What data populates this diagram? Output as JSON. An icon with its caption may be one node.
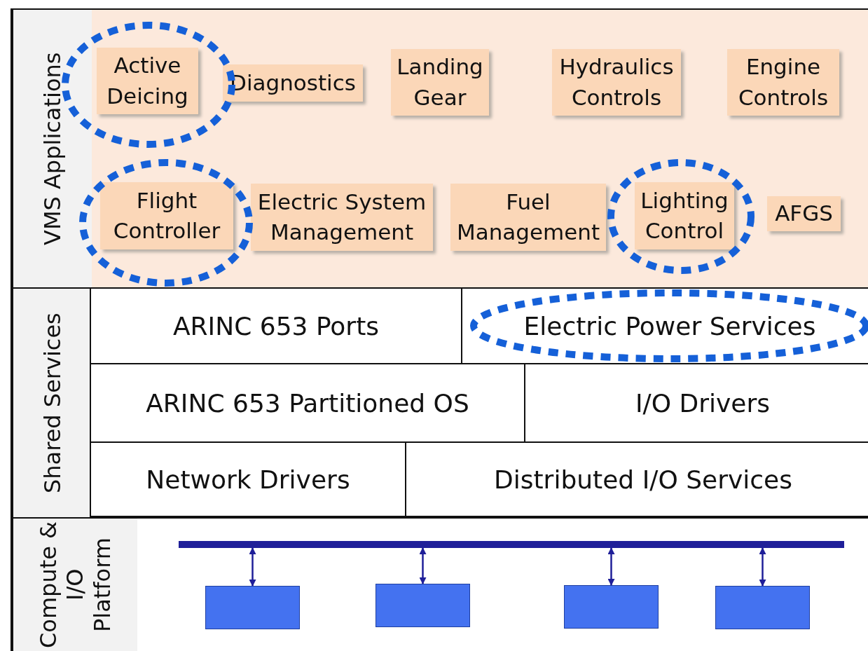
{
  "diagram": {
    "nodes": [
      {
        "text": [
          "VMS Applications"
        ]
      },
      {
        "text": [],
        "shape": "ellipse",
        "in": 0
      },
      {
        "text": [
          "Active Deicing"
        ],
        "in": 1
      },
      {
        "text": [
          "Diagnostics"
        ],
        "in": 0
      },
      {
        "text": [
          "Landing Gear"
        ],
        "in": 0
      },
      {
        "text": [
          "Hydraulics Controls"
        ],
        "in": 0
      },
      {
        "text": [
          "Engine Controls"
        ],
        "in": 0
      },
      {
        "text": [],
        "shape": "ellipse",
        "in": 0
      },
      {
        "text": [
          "Flight Controller"
        ],
        "in": 7
      },
      {
        "text": [
          "Electric System Management"
        ],
        "in": 0
      },
      {
        "text": [
          "Fuel Management"
        ],
        "in": 0
      },
      {
        "text": [],
        "shape": "ellipse",
        "in": 0
      },
      {
        "text": [
          "Lighting Control"
        ],
        "in": 11
      },
      {
        "text": [
          "AFGS"
        ],
        "in": 0
      },
      {
        "text": [
          "Shared Services"
        ]
      },
      {
        "text": [
          "ARINC 653 Ports"
        ],
        "in": 14
      },
      {
        "text": [],
        "shape": "box",
        "in": 14
      },
      {
        "text": [
          "Electric Power Services"
        ],
        "in": 16
      },
      {
        "text": [
          "ARINC 653 Partitioned OS"
        ],
        "in": 14
      },
      {
        "text": [
          "I/O Drivers"
        ],
        "in": 14
      },
      {
        "text": [
          "Network Drivers"
        ],
        "in": 14
      },
      {
        "text": [
          "Distributed I/O Services"
        ],
        "in": 14
      },
      {
        "text": [
          "Compute & I/O Platform"
        ]
      },
      {
        "text": [],
        "shape": "bar",
        "in": 22
      },
      {
        "text": [],
        "shape": "box",
        "in": 22
      },
      {
        "text": [],
        "shape": "box",
        "in": 22
      },
      {
        "text": [],
        "shape": "box",
        "in": 22
      },
      {
        "text": [],
        "shape": "box",
        "in": 22
      }
    ],
    "edges": [
      {
        "from": 23,
        "to": 24,
        "arrow": "both"
      },
      {
        "from": 23,
        "to": 25,
        "arrow": "both"
      },
      {
        "from": 23,
        "to": 26,
        "arrow": "both"
      },
      {
        "from": 23,
        "to": 27,
        "arrow": "both"
      }
    ]
  }
}
